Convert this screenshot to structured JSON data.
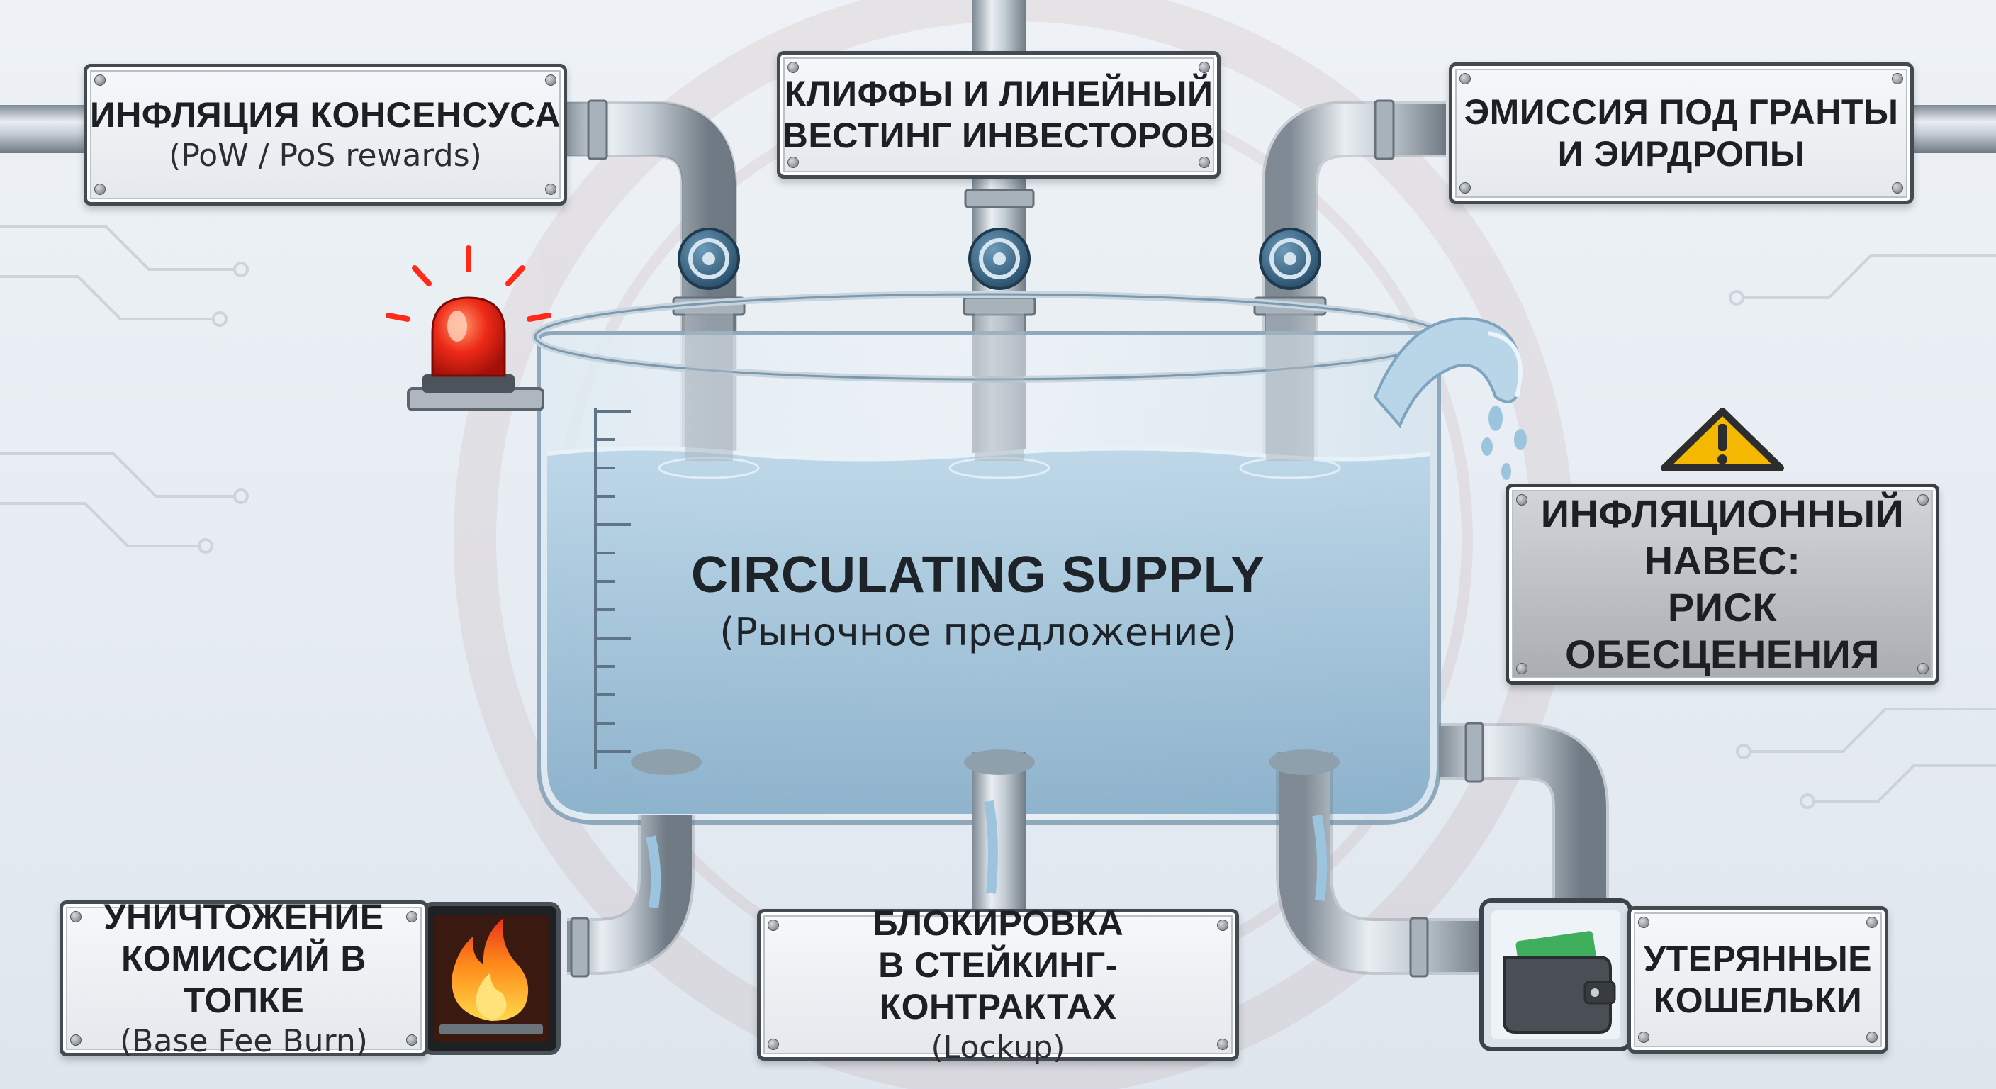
{
  "tank": {
    "title": "CIRCULATING SUPPLY",
    "subtitle": "(Рыночное предложение)"
  },
  "inflows": {
    "consensus": {
      "title": "ИНФЛЯЦИЯ КОНСЕНСУСА",
      "subtitle": "(PoW / PoS rewards)"
    },
    "vesting": {
      "title_line1": "КЛИФФЫ И ЛИНЕЙНЫЙ",
      "title_line2": "ВЕСТИНГ ИНВЕСТОРОВ"
    },
    "grants": {
      "title_line1": "ЭМИССИЯ ПОД ГРАНТЫ",
      "title_line2": "И ЭИРДРОПЫ"
    }
  },
  "warning": {
    "line1": "ИНФЛЯЦИОННЫЙ",
    "line2": "НАВЕС:",
    "line3": "РИСК ОБЕСЦЕНЕНИЯ"
  },
  "outflows": {
    "burn": {
      "title_line1": "УНИЧТОЖЕНИЕ",
      "title_line2": "КОМИССИЙ В ТОПКЕ",
      "subtitle": "(Base Fee Burn)"
    },
    "staking": {
      "title_line1": "БЛОКИРОВКА",
      "title_line2": "В СТЕЙКИНГ-КОНТРАКТАХ",
      "subtitle": "(Lockup)"
    },
    "lost": {
      "title_line1": "УТЕРЯННЫЕ",
      "title_line2": "КОШЕЛЬКИ"
    }
  },
  "icons": [
    "warning-triangle-icon",
    "alarm-beacon-icon",
    "fire-icon",
    "wallet-icon",
    "valve-wheel-icon"
  ],
  "colors": {
    "water": "#9fc4dc",
    "pipe": "#b9c3cc",
    "valve": "#3f6f8e",
    "beacon": "#e8231b",
    "fire": "#ff7a12",
    "warning": "#f5b800"
  }
}
